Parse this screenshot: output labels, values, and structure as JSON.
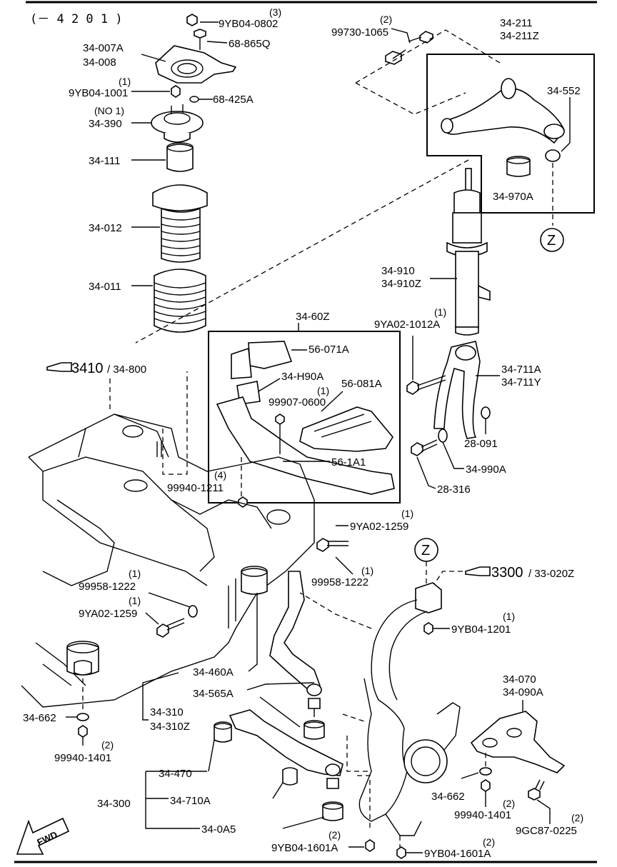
{
  "header": {
    "range": "(－ 4 2 0 1 )"
  },
  "fwd_label": "FWD",
  "callouts": [
    {
      "id": "z",
      "text": "Z"
    }
  ],
  "references": {
    "ref_3410_main": "3410",
    "ref_3410_sub": "/ 34-800",
    "ref_3300_main": "3300",
    "ref_3300_sub": "/ 33-020Z",
    "pointer_icon": "pointing-hand-icon"
  },
  "labels": {
    "nut_top": "9YB04-0802",
    "nut_top_qty": "(3)",
    "stud_top": "68-865Q",
    "mount_plate_a": "34-007A",
    "mount_plate_b": "34-008",
    "nut_mount": "9YB04-1001",
    "nut_mount_qty": "(1)",
    "washer_mount": "68-425A",
    "mount_qty": "(NO 1)",
    "mount": "34-390",
    "bump_stop": "34-111",
    "boot_upper": "34-012",
    "boot_lower": "34-011",
    "bolt_upper_arm": "99730-1065",
    "bolt_upper_arm_qty": "(2)",
    "upper_arm_a": "34-211",
    "upper_arm_b": "34-211Z",
    "ball_joint": "34-552",
    "bushing_upper": "34-970A",
    "strut_a": "34-910",
    "strut_b": "34-910Z",
    "bolt_fork": "9YA02-1012A",
    "bolt_fork_qty": "(1)",
    "fork_a": "34-711A",
    "fork_b": "34-711Y",
    "washer_fork": "28-091",
    "washer_fork2": "34-990A",
    "bolt_fork2": "28-316",
    "box_kit": "34-60Z",
    "bracket_a": "56-071A",
    "bracket_h90": "34-H90A",
    "bracket_b": "56-081A",
    "nut_bracket": "99907-0600",
    "nut_bracket_qty": "(1)",
    "bracket_c": "56-1A1",
    "nut_crossmember": "99940-1211",
    "nut_crossmember_qty": "(4)",
    "bolt_lower_r": "9YA02-1259",
    "bolt_lower_r_qty": "(1)",
    "washer_lower_r": "99958-1222",
    "washer_lower_r_qty": "(1)",
    "washer_lower_l": "99958-1222",
    "washer_lower_l_qty": "(1)",
    "bolt_lower_l": "9YA02-1259",
    "bolt_lower_l_qty": "(1)",
    "nut_knuckle": "9YB04-1201",
    "nut_knuckle_qty": "(1)",
    "arm_rear": "34-460A",
    "boot_rear": "34-565A",
    "arm_assy_a": "34-310",
    "arm_assy_b": "34-310Z",
    "washer_left": "34-662",
    "nut_left": "99940-1401",
    "nut_left_qty": "(2)",
    "bushing_front": "34-470",
    "arm_front_assy": "34-300",
    "bushing_front2": "34-710A",
    "boot_front": "34-0A5",
    "nut_bottom_l": "9YB04-1601A",
    "nut_bottom_l_qty": "(2)",
    "nut_bottom_r": "9YB04-1601A",
    "nut_bottom_r_qty": "(2)",
    "bracket_right_a": "34-070",
    "bracket_right_b": "34-090A",
    "washer_right": "34-662",
    "nut_right": "99940-1401",
    "nut_right_qty": "(2)",
    "bolt_right": "9GC87-0225",
    "bolt_right_qty": "(2)"
  }
}
